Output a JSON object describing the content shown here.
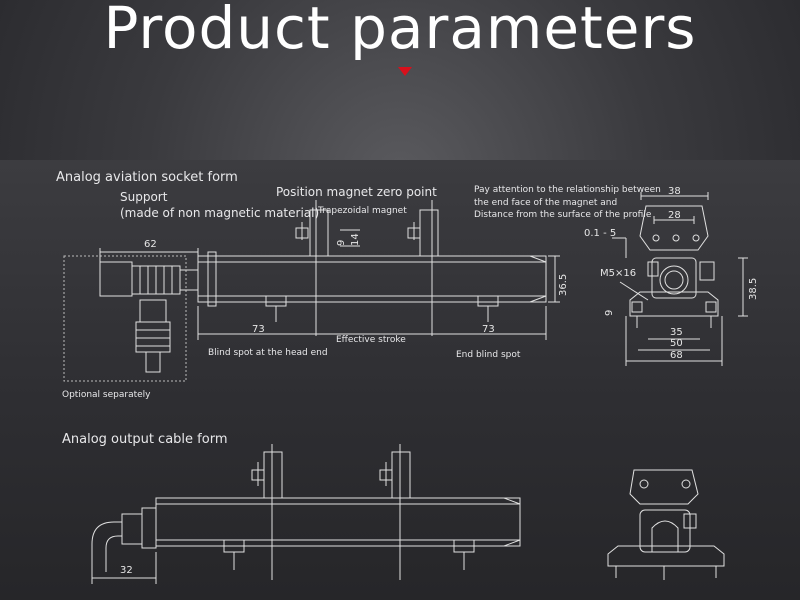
{
  "header": {
    "title": "Product parameters"
  },
  "top_section": {
    "heading": "Analog aviation socket form",
    "support_label": "Support",
    "support_note": "(made of non magnetic material)",
    "zero_point_label": "Position magnet zero point",
    "magnet_label": "Trapezoidal magnet",
    "optional_label": "Optional separately",
    "head_blind_label": "Blind spot at the head end",
    "stroke_label": "Effective stroke",
    "end_blind_label": "End blind spot",
    "note_line1": "Pay attention to the relationship between",
    "note_line2": "the end face of the magnet and",
    "note_line3": "Distance from the surface of the profile",
    "dims": {
      "d62": "62",
      "d73a": "73",
      "d73b": "73",
      "d9": "9",
      "d14": "14",
      "d36_5": "36.5",
      "d38": "38",
      "d28": "28",
      "d0_1_5": "0.1 - 5",
      "screw": "M5×16",
      "d38_5": "38.5",
      "d9b": "9",
      "d35": "35",
      "d50": "50",
      "d68": "68"
    }
  },
  "bottom_section": {
    "heading": "Analog output cable form",
    "dims": {
      "d32": "32"
    }
  }
}
